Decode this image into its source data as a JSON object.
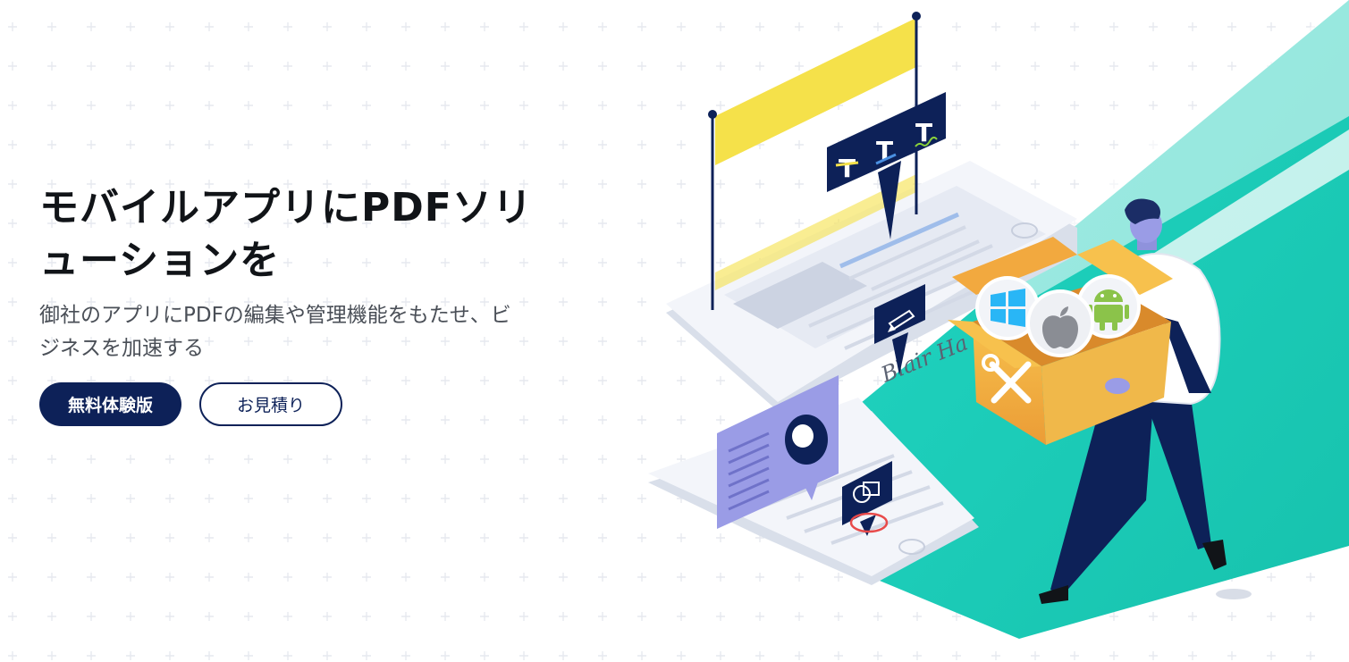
{
  "hero": {
    "title": "モバイルアプリにPDFソリューションを",
    "subtitle": "御社のアプリにPDFの編集や管理機能をもたせ、ビジネスを加速する",
    "primary_button": "無料体験版",
    "secondary_button": "お見積り"
  },
  "illustration": {
    "toolbar_icons": [
      "strikethrough-text-icon",
      "underline-text-icon",
      "squiggly-text-icon"
    ],
    "pen_icon": "pen-icon",
    "note_icon": "note-avatar-icon",
    "shape_icon": "shape-icon",
    "platforms": [
      "windows-icon",
      "apple-icon",
      "android-icon"
    ],
    "box_icon": "tools-icon",
    "signature_text": "Blair Ha"
  },
  "colors": {
    "navy": "#0d2158",
    "teal": "#1ccdb9",
    "yellow": "#f5e14a",
    "lavender": "#9a9ce6",
    "box_orange": "#f2a93f"
  }
}
